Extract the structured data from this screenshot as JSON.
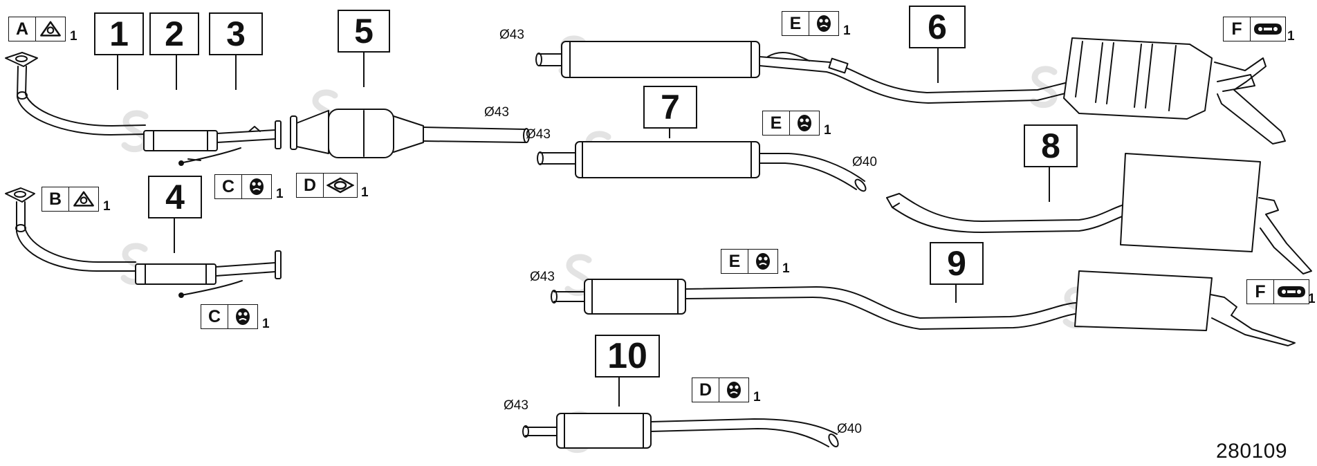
{
  "diagram": {
    "figure_number": "280109",
    "callouts": [
      "1",
      "2",
      "3",
      "4",
      "5",
      "6",
      "7",
      "8",
      "9",
      "10"
    ],
    "part_codes": {
      "A": {
        "letter": "A",
        "qty": "1",
        "icon": "triangle-gasket-icon"
      },
      "B": {
        "letter": "B",
        "qty": "1",
        "icon": "triangle-gasket-icon"
      },
      "C_top": {
        "letter": "C",
        "qty": "1",
        "icon": "rubber-hanger-icon"
      },
      "C_bottom": {
        "letter": "C",
        "qty": "1",
        "icon": "rubber-hanger-icon"
      },
      "D_cat": {
        "letter": "D",
        "qty": "1",
        "icon": "oval-gasket-icon"
      },
      "D_pipe": {
        "letter": "D",
        "qty": "1",
        "icon": "rubber-hanger-icon"
      },
      "E_6": {
        "letter": "E",
        "qty": "1",
        "icon": "rubber-hanger-icon"
      },
      "E_7": {
        "letter": "E",
        "qty": "1",
        "icon": "rubber-hanger-icon"
      },
      "E_9": {
        "letter": "E",
        "qty": "1",
        "icon": "rubber-hanger-icon"
      },
      "F_6": {
        "letter": "F",
        "qty": "1",
        "icon": "clamp-icon"
      },
      "F_9": {
        "letter": "F",
        "qty": "1",
        "icon": "clamp-icon"
      }
    },
    "diameters": {
      "cat_out": "Ø43",
      "p6_in": "Ø43",
      "p7_in": "Ø43",
      "p7_out": "Ø40",
      "p9_in": "Ø43",
      "p10_in": "Ø43",
      "p10_out": "Ø40"
    }
  }
}
